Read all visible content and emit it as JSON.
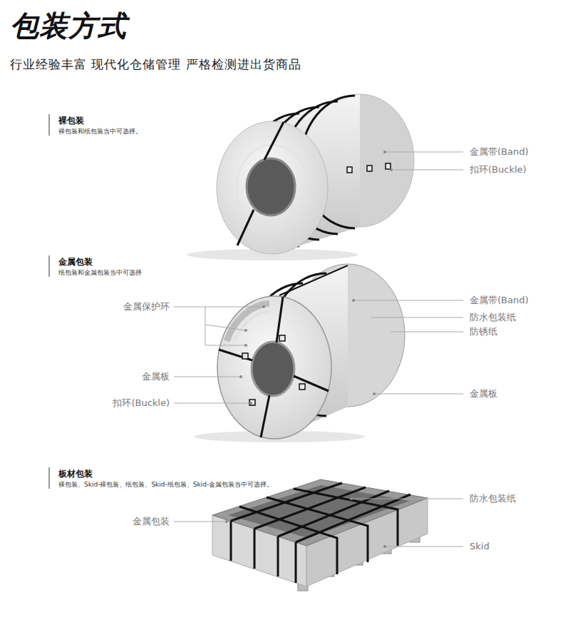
{
  "diagram": {
    "title": "包装方式",
    "labels": [
      "行业经验丰富 现代化仓储管理 严格检测进出货商品",
      "裸包装",
      "裸包装和纸包装当中可选择。",
      "金属带(Band)",
      "扣环(Buckle)",
      "金属包装",
      "纸包装和金属包装当中可选择",
      "金属保护环",
      "金属带(Band)",
      "防水包装纸",
      "防锈纸",
      "金属板",
      "金属板",
      "扣环(Buckle)",
      "板材包装",
      "裸包装、Skid-裸包装、纸包装、Skid-纸包装、Skid-金属包装当中可选择。",
      "防水包装纸",
      "金属包装",
      "Skid"
    ]
  }
}
